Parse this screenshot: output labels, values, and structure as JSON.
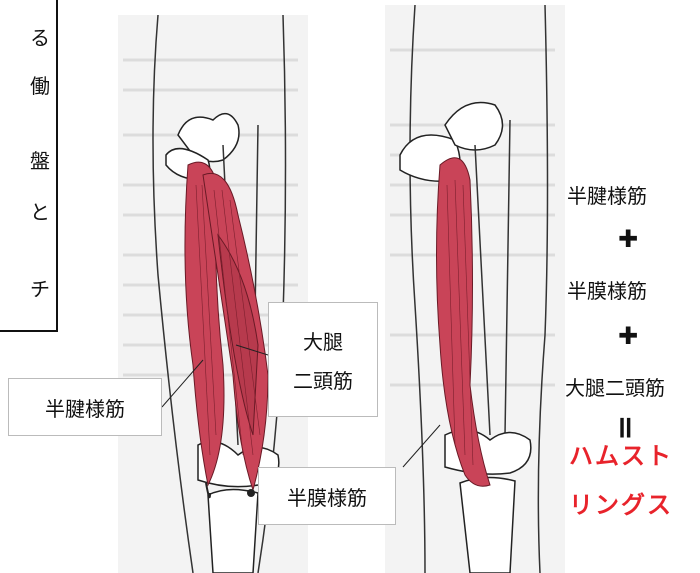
{
  "left_box": {
    "fragments": [
      "る",
      "働",
      "盤",
      "と",
      "チ"
    ]
  },
  "figure1": {
    "label_biceps_line1": "大腿",
    "label_biceps_line2": "二頭筋",
    "label_semitendinosus": "半腱様筋"
  },
  "figure2": {
    "label_semimembranosus": "半膜様筋"
  },
  "equation": {
    "item1": "半腱様筋",
    "plus1": "✚",
    "item2": "半膜様筋",
    "plus2": "✚",
    "item3": "大腿二頭筋",
    "equals": "॥",
    "result_line1": "ハムスト",
    "result_line2": "リングス"
  },
  "colors": {
    "muscle": "#c94458",
    "result_text": "#e8232b"
  }
}
